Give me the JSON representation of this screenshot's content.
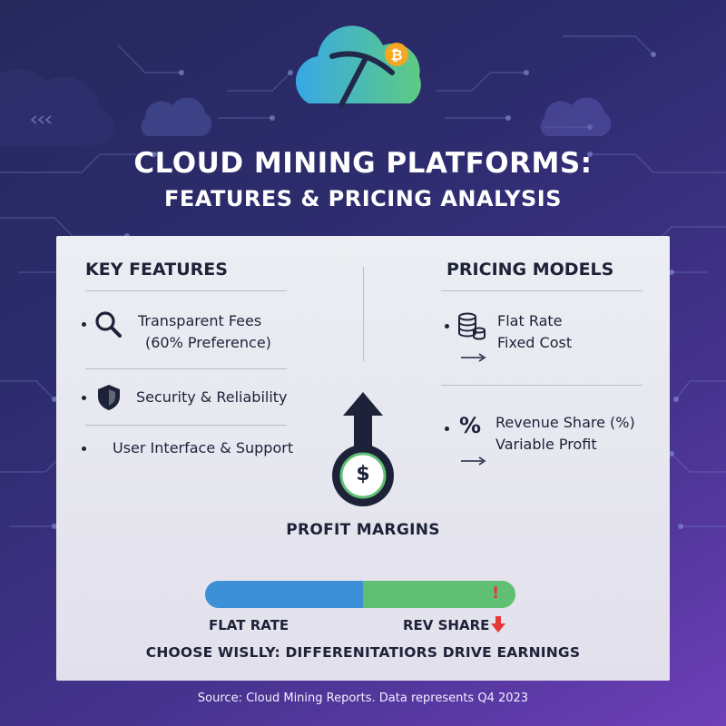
{
  "title": {
    "line1": "CLOUD MINING PLATFORMS:",
    "line2": "FEATURES & PRICING ANALYSIS"
  },
  "header_icon": {
    "name": "cloud-pickaxe-bitcoin-icon",
    "badge_symbol": "₿"
  },
  "key_features": {
    "heading": "KEY FEATURES",
    "items": [
      {
        "icon": "magnifier-icon",
        "line1": "Transparent Fees",
        "line2": "(60% Preference)"
      },
      {
        "icon": "shield-icon",
        "line1": "Security & Reliability"
      },
      {
        "icon": "",
        "line1": "User Interface & Support"
      }
    ]
  },
  "pricing_models": {
    "heading": "PRICING MODELS",
    "items": [
      {
        "icon": "coins-icon",
        "line1": "Flat Rate",
        "line2": "Fixed Cost"
      },
      {
        "icon": "percent-icon",
        "symbol": "%",
        "line1": "Revenue Share (%)",
        "line2": "Variable Profit"
      }
    ]
  },
  "profit": {
    "label": "PROFIT MARGINS",
    "symbol": "$"
  },
  "comparison_bar": {
    "left_label": "FLAT RATE",
    "right_label": "REV SHARE",
    "alert_symbol": "!",
    "left_color": "#3d8fd6",
    "right_color": "#5fbf73",
    "alert_color": "#e53935"
  },
  "tagline": "CHOOSE WISLLY: DIFFERENITATIORS DRIVE EARNINGS",
  "source": "Source: Cloud Mining Reports. Data represents Q4 2023"
}
